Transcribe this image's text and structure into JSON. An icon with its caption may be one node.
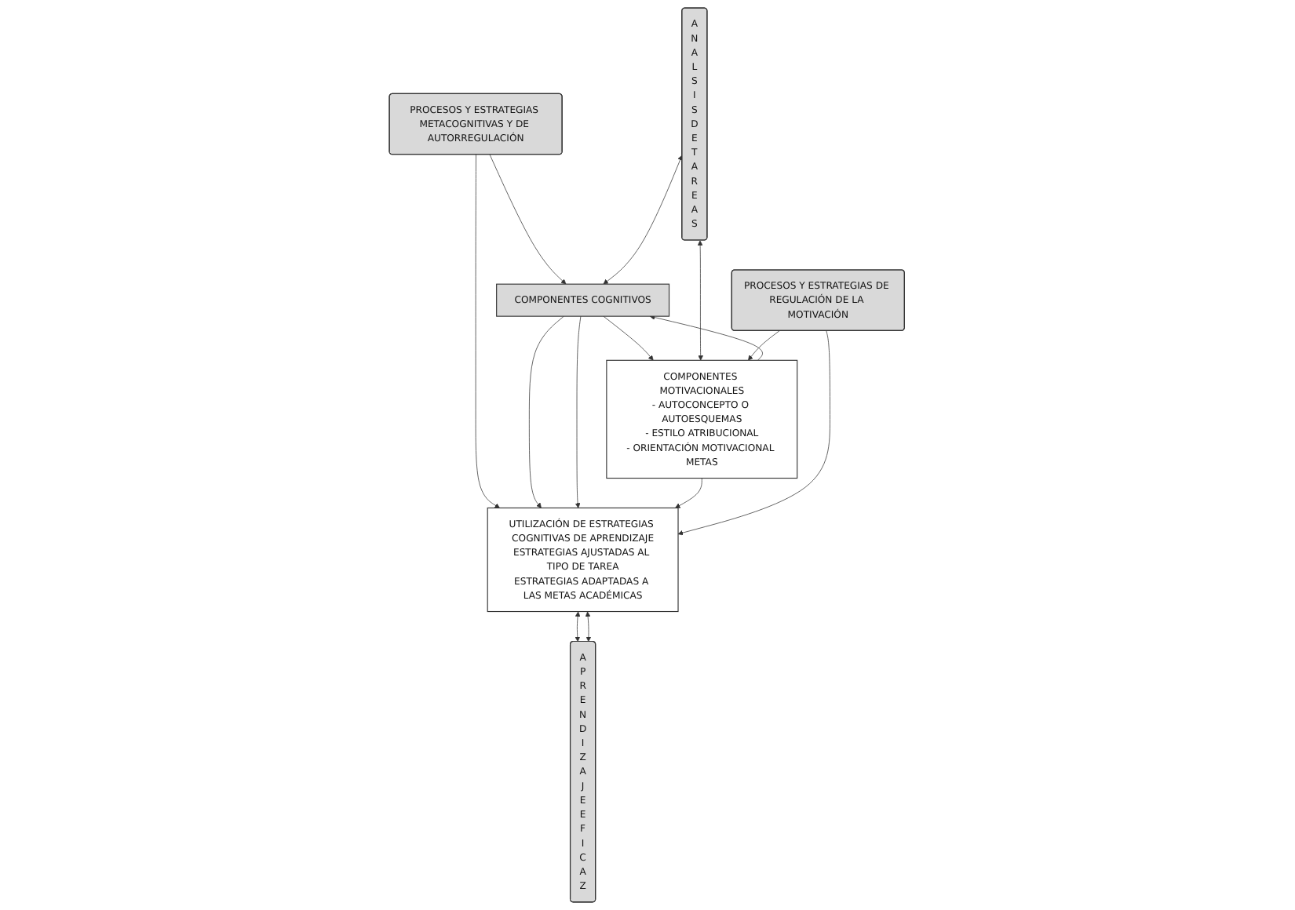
{
  "diagram": {
    "nodes": [
      {
        "text": [
          "PROCESOS Y ESTRATEGIAS METACOGNITIVAS Y DE AUTORREGULACIÓN"
        ]
      },
      {
        "text": [
          "ANALSIS DE TAREAS"
        ]
      },
      {
        "text": [
          "COMPONENTES COGNITIVOS"
        ]
      },
      {
        "text": [
          "UTILIZACIÓN DE ESTRATEGIAS COGNITIVAS DE APRENDIZAJE",
          "ESTRATEGIAS AJUSTADAS AL TIPO DE TAREA",
          "ESTRATEGIAS ADAPTADAS A LAS METAS ACADÉMICAS"
        ]
      },
      {
        "text": [
          "APRENDIZAJE EFICAZ"
        ]
      },
      {
        "text": [
          "COMPONENTES MOTIVACIONALES",
          "- AUTOCONCEPTO O AUTOESQUEMAS",
          "- ESTILO ATRIBUCIONAL",
          "- ORIENTACIÓN MOTIVACIONAL METAS"
        ]
      },
      {
        "text": [
          "PROCESOS Y ESTRATEGIAS DE REGULACIÓN DE LA MOTIVACIÓN"
        ]
      }
    ],
    "edges": [
      {
        "from": 0,
        "to": 2,
        "arrow": "to"
      },
      {
        "from": 0,
        "to": 3,
        "arrow": "to"
      },
      {
        "from": 1,
        "to": 2,
        "arrow": "both"
      },
      {
        "from": 2,
        "to": 3,
        "arrow": "to"
      },
      {
        "from": 2,
        "to": 3,
        "arrow": "to"
      },
      {
        "from": 2,
        "to": 5,
        "arrow": "to"
      },
      {
        "from": 5,
        "to": 2,
        "arrow": "to"
      },
      {
        "from": 1,
        "to": 5,
        "arrow": "both"
      },
      {
        "from": 5,
        "to": 3,
        "arrow": "to"
      },
      {
        "from": 3,
        "to": 4,
        "arrow": "both"
      },
      {
        "from": 3,
        "to": 4,
        "arrow": "both"
      },
      {
        "from": 6,
        "to": 5,
        "arrow": "to"
      },
      {
        "from": 6,
        "to": 3,
        "arrow": "to"
      }
    ]
  }
}
